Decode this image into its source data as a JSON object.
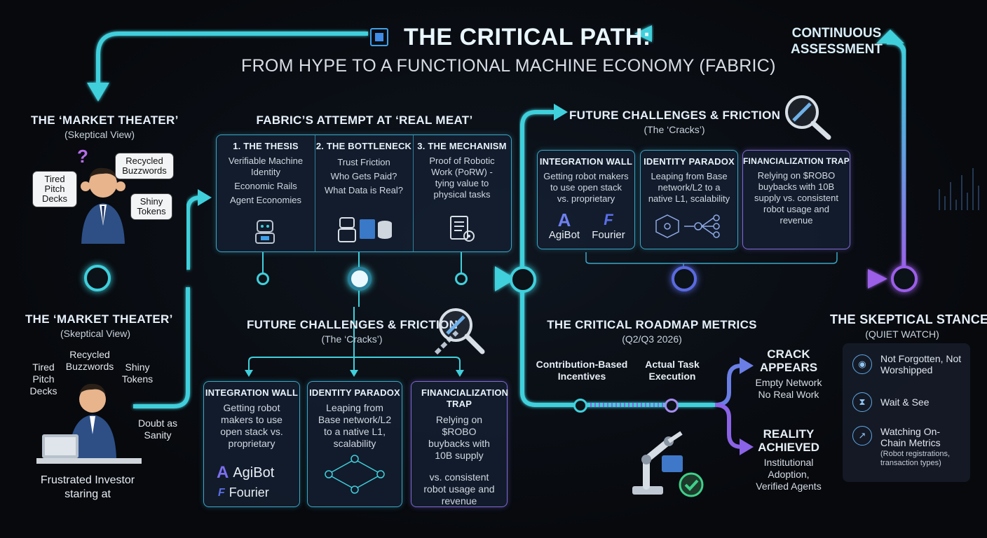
{
  "title": {
    "main": "THE CRITICAL PATH:",
    "sub": "FROM HYPE TO A FUNCTIONAL MACHINE ECONOMY (FABRIC)"
  },
  "continuous": [
    "CONTINUOUS",
    "ASSESSMENT"
  ],
  "theater_top": {
    "heading": "THE ‘MARKET THEATER’",
    "sub": "(Skeptical View)",
    "bubbles": {
      "tired": "Tired Pitch Decks",
      "recycled": "Recycled Buzzwords",
      "shiny": "Shiny Tokens"
    },
    "question": "?"
  },
  "theater_bottom": {
    "heading": "THE ‘MARKET THEATER’",
    "sub": "(Skeptical View)",
    "tired": "Tired Pitch Decks",
    "recycled": "Recycled Buzzwords",
    "shiny": "Shiny Tokens",
    "doubt": "Doubt as Sanity",
    "caption": [
      "Frustrated Investor",
      "staring at"
    ]
  },
  "real_meat": {
    "heading": "FABRIC’S ATTEMPT AT ‘REAL MEAT’",
    "columns": [
      {
        "title": "1. THE THESIS",
        "lines": [
          "Verifiable Machine Identity",
          "Economic Rails",
          "Agent Economies"
        ]
      },
      {
        "title": "2. THE BOTTLENECK",
        "lines": [
          "Trust Friction",
          "Who Gets Paid?",
          "What Data is Real?"
        ]
      },
      {
        "title": "3. THE MECHANISM",
        "lines": [
          "Proof of Robotic Work (PoRW) - tying value to physical tasks"
        ]
      }
    ]
  },
  "challenges_top": {
    "heading": "FUTURE CHALLENGES & FRICTION",
    "sub": "(The ‘Cracks’)",
    "columns": [
      {
        "title": "INTEGRATION WALL",
        "lines": [
          "Getting robot makers to use open stack vs. proprietary"
        ]
      },
      {
        "title": "IDENTITY PARADOX",
        "lines": [
          "Leaping from Base network/L2 to a native L1, scalability"
        ]
      },
      {
        "title": "FINANCIALIZATION TRAP",
        "lines": [
          "Relying on $ROBO buybacks with 10B supply vs. consistent robot usage and revenue"
        ]
      }
    ],
    "brands": [
      "AgiBot",
      "Fourier"
    ]
  },
  "challenges_bottom": {
    "heading": "FUTURE CHALLENGES & FRICTION",
    "sub": "(The ‘Cracks’)",
    "columns": [
      {
        "title": "INTEGRATION WALL",
        "lines": [
          "Getting robot makers to use open stack vs. proprietary"
        ]
      },
      {
        "title": "IDENTITY PARADOX",
        "lines": [
          "Leaping from Base network/L2 to a native L1, scalability"
        ]
      },
      {
        "title": "FINANCIALIZATION TRAP",
        "lines": [
          "Relying on $ROBO buybacks with 10B supply",
          "vs. consistent robot usage and revenue"
        ]
      }
    ],
    "brands": [
      "AgiBot",
      "Fourier"
    ]
  },
  "roadmap": {
    "heading": "THE CRITICAL ROADMAP METRICS",
    "sub": "(Q2/Q3 2026)",
    "m1": [
      "Contribution-Based",
      "Incentives"
    ],
    "m2": [
      "Actual Task",
      "Execution"
    ],
    "crack": {
      "title": [
        "CRACK",
        "APPEARS"
      ],
      "lines": [
        "Empty Network",
        "No Real Work"
      ]
    },
    "reality": {
      "title": [
        "REALITY",
        "ACHIEVED"
      ],
      "lines": [
        "Institutional",
        "Adoption,",
        "Verified Agents"
      ]
    }
  },
  "stance": {
    "heading": "THE SKEPTICAL STANCE",
    "sub": "(QUIET WATCH)",
    "items": [
      "Not Forgotten, Not Worshipped",
      "Wait & See",
      "Watching On-Chain Metrics"
    ],
    "note": "(Robot registrations, transaction types)"
  },
  "colors": {
    "cyan": "#3fd0dc",
    "purple": "#8b63e6",
    "panel_border": "#3aa7c7"
  }
}
